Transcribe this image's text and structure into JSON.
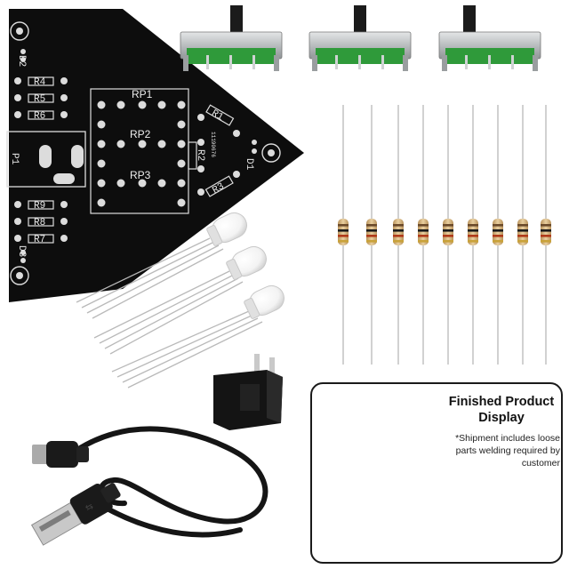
{
  "pcb": {
    "labels": {
      "d1": "D1",
      "d2": "D2",
      "d3": "D3",
      "p1": "P1",
      "r1": "R1",
      "r2": "R2",
      "r3": "R3",
      "r4": "R4",
      "r5": "R5",
      "r6": "R6",
      "r7": "R7",
      "r8": "R8",
      "r9": "R9",
      "rp1": "RP1",
      "rp2": "RP2",
      "rp3": "RP3",
      "code": "11190676"
    }
  },
  "display": {
    "title": "Finished Product Display",
    "note": "*Shipment includes loose parts welding required by customer",
    "labels": {
      "d1": "D1",
      "d2": "D2",
      "d3": "D3"
    }
  },
  "colors": {
    "pcb": "#0d0d0d",
    "silkscreen": "#e8e8e8",
    "pot_body": "#bfc3c4",
    "pot_green": "#2f9a3a",
    "resistor_body": "#d9b98a",
    "led_glow": "#ff2a1a",
    "cable": "#151515"
  }
}
